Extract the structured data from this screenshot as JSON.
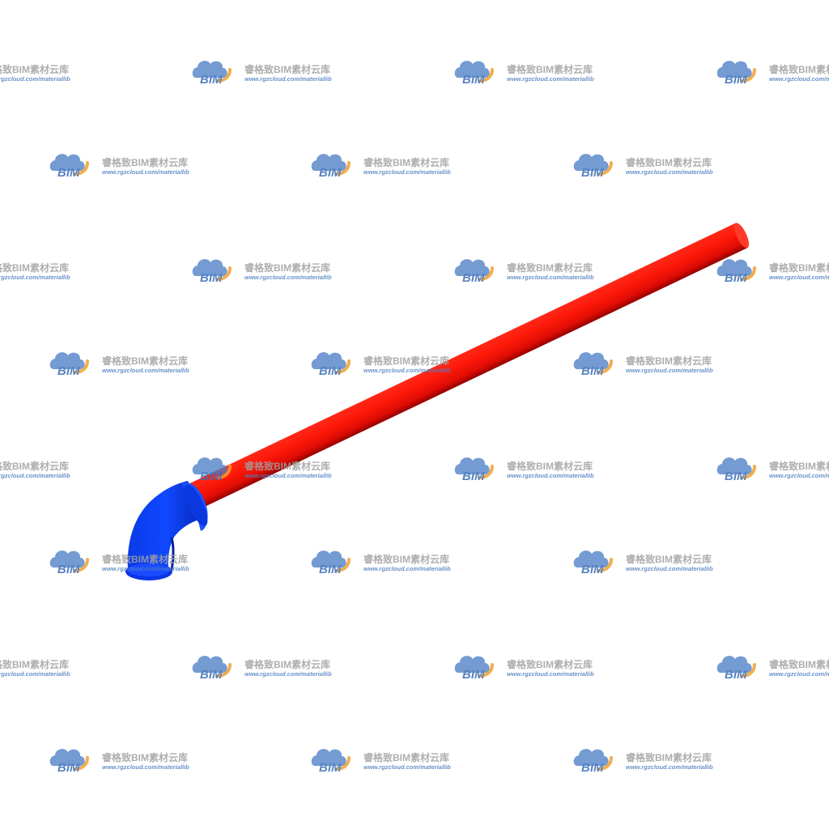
{
  "watermark": {
    "logo_text": "BIM",
    "name": "睿格致BIM素材云库",
    "url": "www.rgzcloud.com/materiallib",
    "colors": {
      "cloud": "#4a7cc4",
      "arc": "#f0a030",
      "name": "#a0a0a0"
    }
  },
  "model": {
    "pipe_color": "#ff1a0a",
    "fitting_color": "#0a3af0"
  }
}
